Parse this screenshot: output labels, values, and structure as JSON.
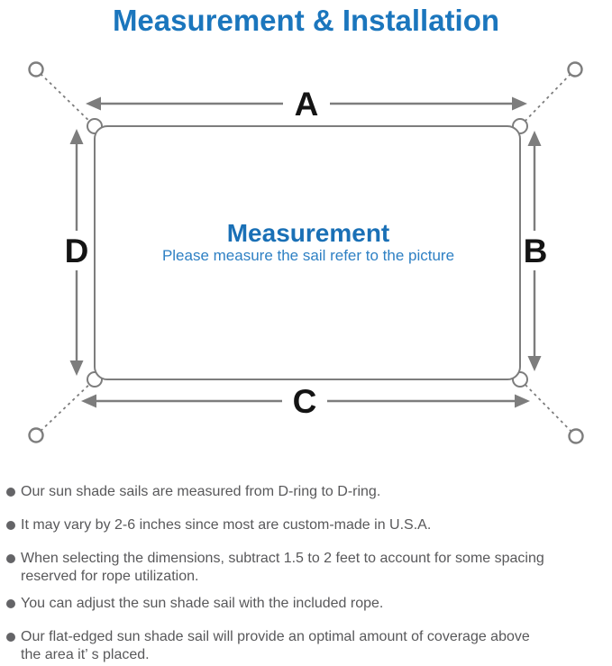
{
  "title": "Measurement & Installation",
  "diagram": {
    "labels": {
      "top": "A",
      "right": "B",
      "bottom": "C",
      "left": "D"
    },
    "center_heading": "Measurement",
    "center_subtitle": "Please measure the sail refer to the picture",
    "colors": {
      "title_blue": "#1b76bd",
      "heading_blue": "#1a70b6",
      "subtitle_blue": "#2e80c4",
      "line_gray": "#7d7d7d",
      "label_black": "#141414",
      "bullet_gray": "#58585a"
    }
  },
  "bullets": [
    "Our sun shade sails are measured from D-ring to D-ring.",
    "It may vary by 2-6 inches since most are custom-made in U.S.A.",
    "When selecting the dimensions, subtract 1.5 to 2 feet to account for some spacing\nreserved for rope utilization.",
    "You can adjust the sun shade sail with the included rope.",
    "Our flat-edged sun shade sail will provide an optimal amount of coverage above\nthe area it’ s placed."
  ]
}
